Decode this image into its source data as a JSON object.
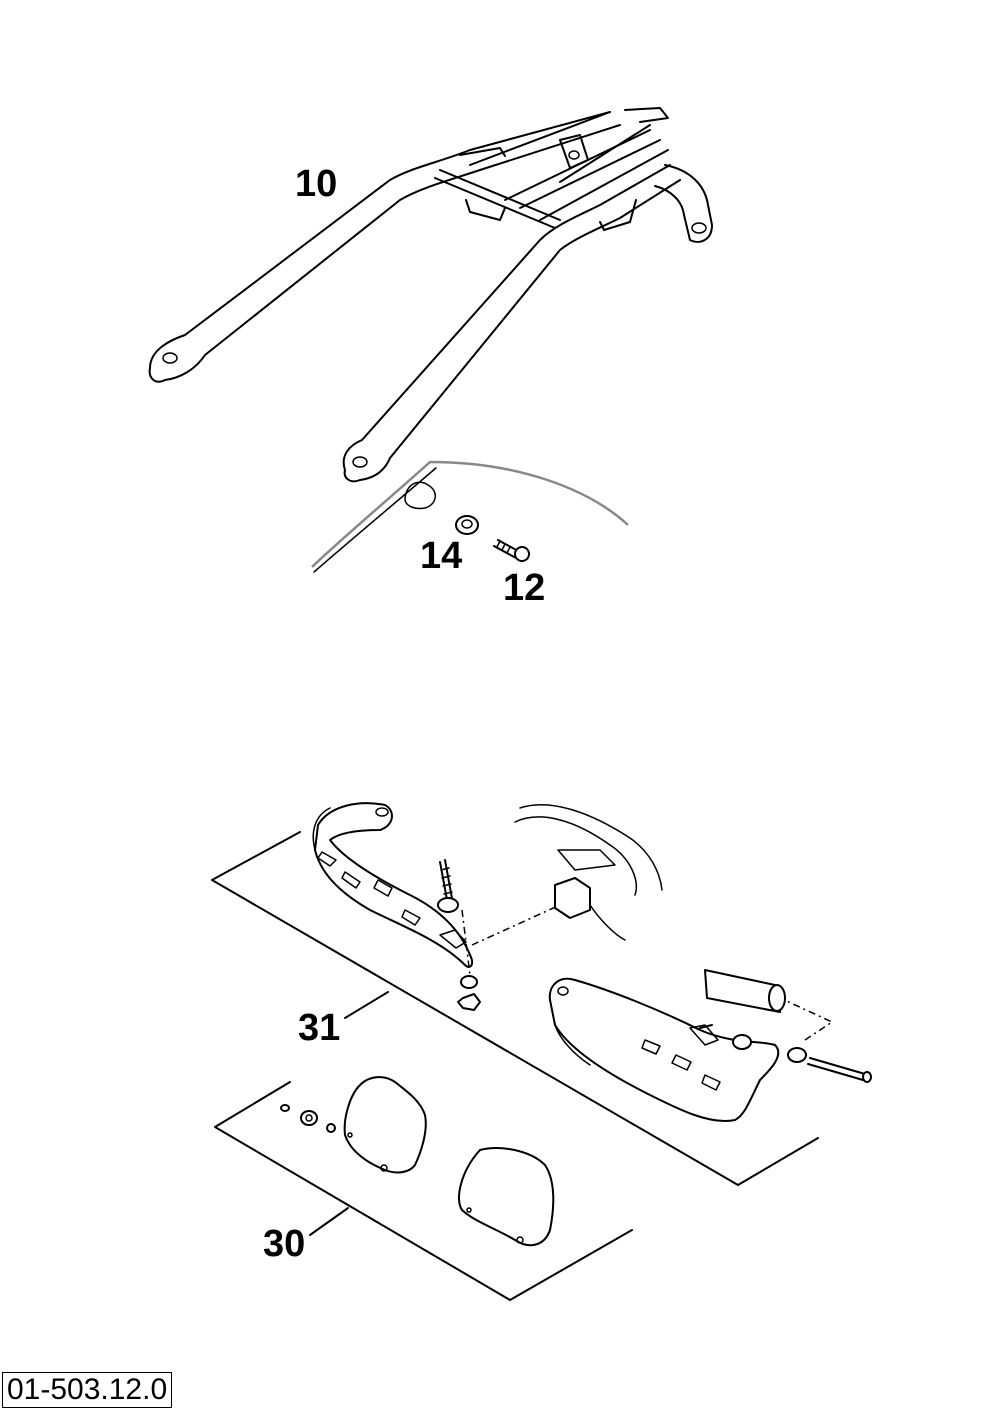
{
  "document_id": "01-503.12.0",
  "parts": [
    {
      "number": "10",
      "description_icon": "luggage-rack-icon"
    },
    {
      "number": "14",
      "description_icon": "bushing-icon"
    },
    {
      "number": "12",
      "description_icon": "bolt-icon"
    },
    {
      "number": "31",
      "description_icon": "handguard-kit-icon"
    },
    {
      "number": "30",
      "description_icon": "handguard-spoiler-kit-icon"
    }
  ]
}
